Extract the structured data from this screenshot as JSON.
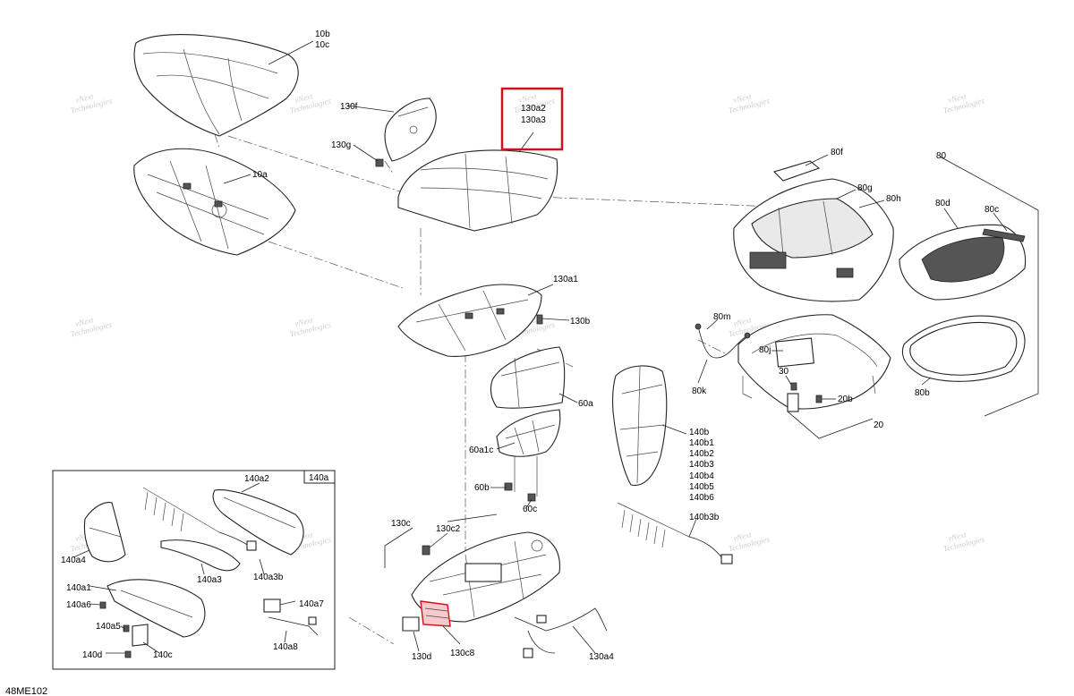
{
  "diagram_code": "48ME102",
  "watermark_lines": [
    "vNext",
    "Technologies"
  ],
  "highlight_color": "#d0101c",
  "labels": {
    "l_10b": "10b",
    "l_10c": "10c",
    "l_10a": "10a",
    "l_130f": "130f",
    "l_130g": "130g",
    "l_130a2": "130a2",
    "l_130a3": "130a3",
    "l_130a1": "130a1",
    "l_130b": "130b",
    "l_60a": "60a",
    "l_60a1c": "60a1c",
    "l_60b": "60b",
    "l_60c": "60c",
    "l_140b": "140b",
    "l_140b1": "140b1",
    "l_140b2": "140b2",
    "l_140b3": "140b3",
    "l_140b4": "140b4",
    "l_140b5": "140b5",
    "l_140b6": "140b6",
    "l_140b3b": "140b3b",
    "l_80": "80",
    "l_80f": "80f",
    "l_80g": "80g",
    "l_80h": "80h",
    "l_80d": "80d",
    "l_80c": "80c",
    "l_80m": "80m",
    "l_80j": "80j",
    "l_80k": "80k",
    "l_80b": "80b",
    "l_30": "30",
    "l_20b": "20b",
    "l_20": "20",
    "l_130c": "130c",
    "l_130c2": "130c2",
    "l_130d": "130d",
    "l_130c8": "130c8",
    "l_130a4": "130a4",
    "l_140a": "140a",
    "l_140a2": "140a2",
    "l_140a4": "140a4",
    "l_140a3": "140a3",
    "l_140a3b": "140a3b",
    "l_140a1": "140a1",
    "l_140a6": "140a6",
    "l_140a5": "140a5",
    "l_140a7": "140a7",
    "l_140a8": "140a8",
    "l_140d": "140d",
    "l_140c": "140c"
  }
}
